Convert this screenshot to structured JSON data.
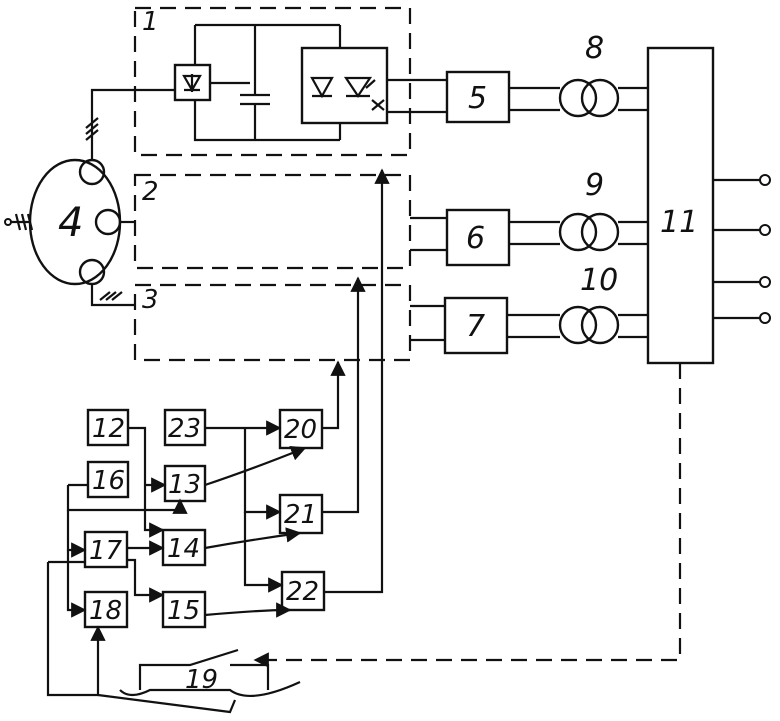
{
  "colors": {
    "ink": "#111111",
    "paper": "#ffffff"
  },
  "labels": {
    "n1": "1",
    "n2": "2",
    "n3": "3",
    "n4": "4",
    "n5": "5",
    "n6": "6",
    "n7": "7",
    "n8": "8",
    "n9": "9",
    "n10": "10",
    "n11": "11",
    "n12": "12",
    "n13": "13",
    "n14": "14",
    "n15": "15",
    "n16": "16",
    "n17": "17",
    "n18": "18",
    "n19": "19",
    "n20": "20",
    "n21": "21",
    "n22": "22",
    "n23": "23"
  },
  "icons": [
    "diode-icon",
    "capacitor-icon",
    "thyristor-icon",
    "transformer-icon",
    "generator-icon",
    "terminal-icon",
    "switch-icon"
  ]
}
